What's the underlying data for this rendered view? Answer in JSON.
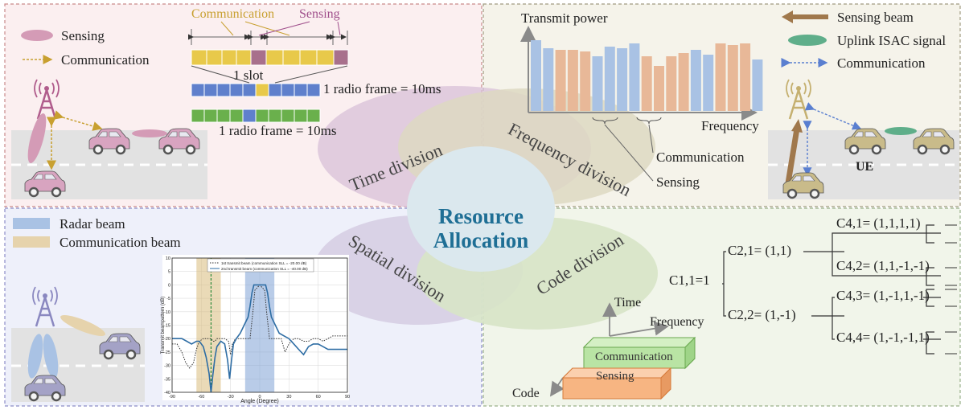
{
  "center": {
    "line1": "Resource",
    "line2": "Allocation"
  },
  "quadrants": {
    "time": {
      "label": "Time division",
      "legend": {
        "sensing": "Sensing",
        "communication": "Communication"
      },
      "bracket_comm": "Communication",
      "bracket_sense": "Sensing",
      "slot": "1 slot",
      "frame1": "1 radio frame = 10ms",
      "frame2": "1 radio frame = 10ms"
    },
    "frequency": {
      "label": "Frequency division",
      "y_label": "Transmit power",
      "x_label": "Frequency",
      "communication": "Communication",
      "sensing": "Sensing",
      "legend": {
        "sensing_beam": "Sensing beam",
        "uplink": "Uplink ISAC signal",
        "communication": "Communication"
      },
      "ue": "UE"
    },
    "spatial": {
      "label": "Spatial division",
      "legend": {
        "radar": "Radar beam",
        "comm": "Communication beam"
      }
    },
    "code": {
      "label": "Code division",
      "root": "C1,1=1",
      "c21": "C2,1= (1,1)",
      "c22": "C2,2= (1,-1)",
      "c41": "C4,1= (1,1,1,1)",
      "c42": "C4,2= (1,1,-1,-1)",
      "c43": "C4,3= (1,-1,1,-1)",
      "c44": "C4,4= (1,-1,-1,1)",
      "time": "Time",
      "frequency": "Frequency",
      "code": "Code",
      "box_comm": "Communication",
      "box_sense": "Sensing"
    }
  },
  "chart_data": {
    "type": "line",
    "xlabel": "Angle (Degree)",
    "ylabel": "Transmit beampattern (dB)",
    "xlim": [
      -90,
      90
    ],
    "ylim": [
      -40,
      10
    ],
    "xticks": [
      -90,
      -60,
      -30,
      0,
      30,
      60,
      90
    ],
    "yticks": [
      10,
      5,
      0,
      -5,
      -10,
      -15,
      -20,
      -25,
      -30,
      -35,
      -40
    ],
    "grid": true,
    "legend_position": "top",
    "series": [
      {
        "name": "1st transmit beam (communication SLL = -20.00 dB)",
        "style": "dotted",
        "color": "#333333",
        "x": [
          -90,
          -85,
          -80,
          -76,
          -72,
          -68,
          -65,
          -62,
          -58,
          -55,
          -52,
          -50,
          -48,
          -46,
          -44,
          -42,
          -40,
          -36,
          -32,
          -30,
          -28,
          -25,
          -22,
          -18,
          -14,
          -10,
          -7,
          -5,
          0,
          5,
          7,
          10,
          14,
          18,
          22,
          26,
          30,
          35,
          40,
          45,
          50,
          55,
          60,
          65,
          70,
          75,
          80,
          85,
          90
        ],
        "y": [
          -22,
          -22,
          -25,
          -29,
          -31,
          -29,
          -24,
          -21,
          -20,
          -20,
          -20,
          -20,
          -21,
          -21,
          -20,
          -20,
          -20,
          -20,
          -21,
          -26,
          -22,
          -20,
          -20,
          -20,
          -20,
          -20,
          -10,
          -2,
          0,
          -2,
          -10,
          -20,
          -20,
          -20,
          -20,
          -25,
          -22,
          -20,
          -20,
          -21,
          -21,
          -20,
          -20,
          -21,
          -20,
          -19,
          -19,
          -19,
          -19
        ]
      },
      {
        "name": "2nd transmit beam (communication SLL = -40.00 dB)",
        "style": "solid",
        "color": "#2e6da4",
        "x": [
          -90,
          -85,
          -80,
          -75,
          -70,
          -65,
          -62,
          -58,
          -55,
          -52,
          -50,
          -48,
          -46,
          -44,
          -42,
          -40,
          -36,
          -33,
          -31,
          -29,
          -27,
          -24,
          -20,
          -16,
          -12,
          -10,
          -8,
          -6,
          -4,
          0,
          4,
          6,
          8,
          10,
          12,
          16,
          20,
          25,
          30,
          35,
          40,
          45,
          50,
          55,
          60,
          65,
          70,
          75,
          80,
          85,
          90
        ],
        "y": [
          -20,
          -20,
          -20,
          -21,
          -22,
          -21,
          -21,
          -23,
          -27,
          -33,
          -40,
          -33,
          -27,
          -23,
          -22,
          -21,
          -22,
          -28,
          -35,
          -28,
          -22,
          -20,
          -18,
          -15,
          -12,
          -8,
          -3,
          0,
          0,
          0,
          0,
          0,
          -3,
          -8,
          -12,
          -15,
          -18,
          -19,
          -20,
          -22,
          -24,
          -26,
          -23,
          -22,
          -22,
          -23,
          -24,
          -24,
          -24,
          -24,
          -24
        ]
      }
    ],
    "bands": [
      {
        "name": "Radar beam",
        "from": -15,
        "to": 15
      },
      {
        "name": "Communication beam",
        "from": -65,
        "to": -40
      }
    ],
    "vline": -50
  }
}
